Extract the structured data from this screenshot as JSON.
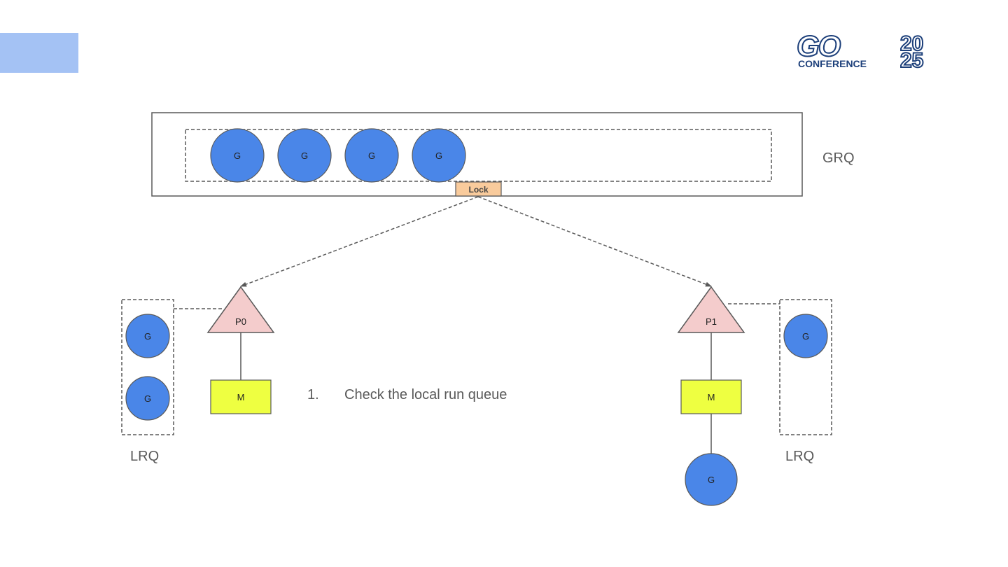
{
  "slide": {
    "logo": {
      "line1": "GO",
      "year_top": "20",
      "year_bottom": "25",
      "line2": "CONFERENCE"
    },
    "labels": {
      "grq": "GRQ",
      "lrq_left": "LRQ",
      "lrq_right": "LRQ"
    },
    "step": {
      "number": "1.",
      "text": "Check the local run queue"
    }
  },
  "diagram": {
    "global_queue": {
      "goroutines": [
        "G",
        "G",
        "G",
        "G"
      ],
      "lock": "Lock"
    },
    "p0": {
      "processor": "P0",
      "machine": "M",
      "local_queue": [
        "G",
        "G"
      ]
    },
    "p1": {
      "processor": "P1",
      "machine": "M",
      "local_queue": [
        "G"
      ],
      "running": "G"
    }
  },
  "colors": {
    "goroutine_fill": "#4a86e8",
    "processor_fill": "#f4cccc",
    "machine_fill": "#eeff41",
    "lock_fill": "#f9cb9c",
    "corner_block": "#a4c2f4",
    "logo_navy": "#1c3f7a",
    "line": "#595959"
  }
}
